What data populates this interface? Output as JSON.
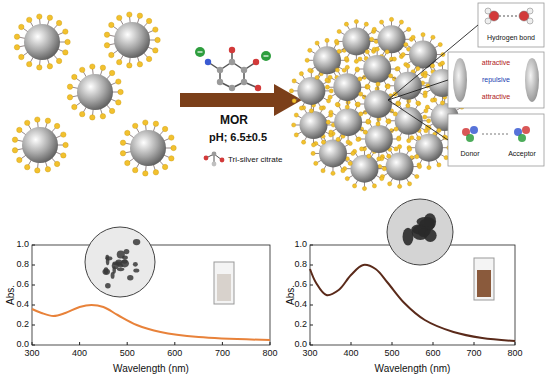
{
  "diagram": {
    "labels": [
      "MOR",
      "pH; 6.5±0.5",
      "Tri-silver citrate",
      "Hydrogen bond",
      "attractive",
      "repulsive",
      "attractive",
      "Donor",
      "Acceptor",
      "1.0",
      "0.8",
      "0.6",
      "0.4",
      "0.2",
      "0.0",
      "Abs.",
      "300",
      "400",
      "500",
      "600",
      "700",
      "800",
      "Wavelength (nm)",
      "1.0",
      "0.8",
      "0.6",
      "0.4",
      "0.2",
      "0.0",
      "Abs.",
      "300",
      "400",
      "500",
      "600",
      "700",
      "800",
      "Wavelength (nm)"
    ]
  }
}
